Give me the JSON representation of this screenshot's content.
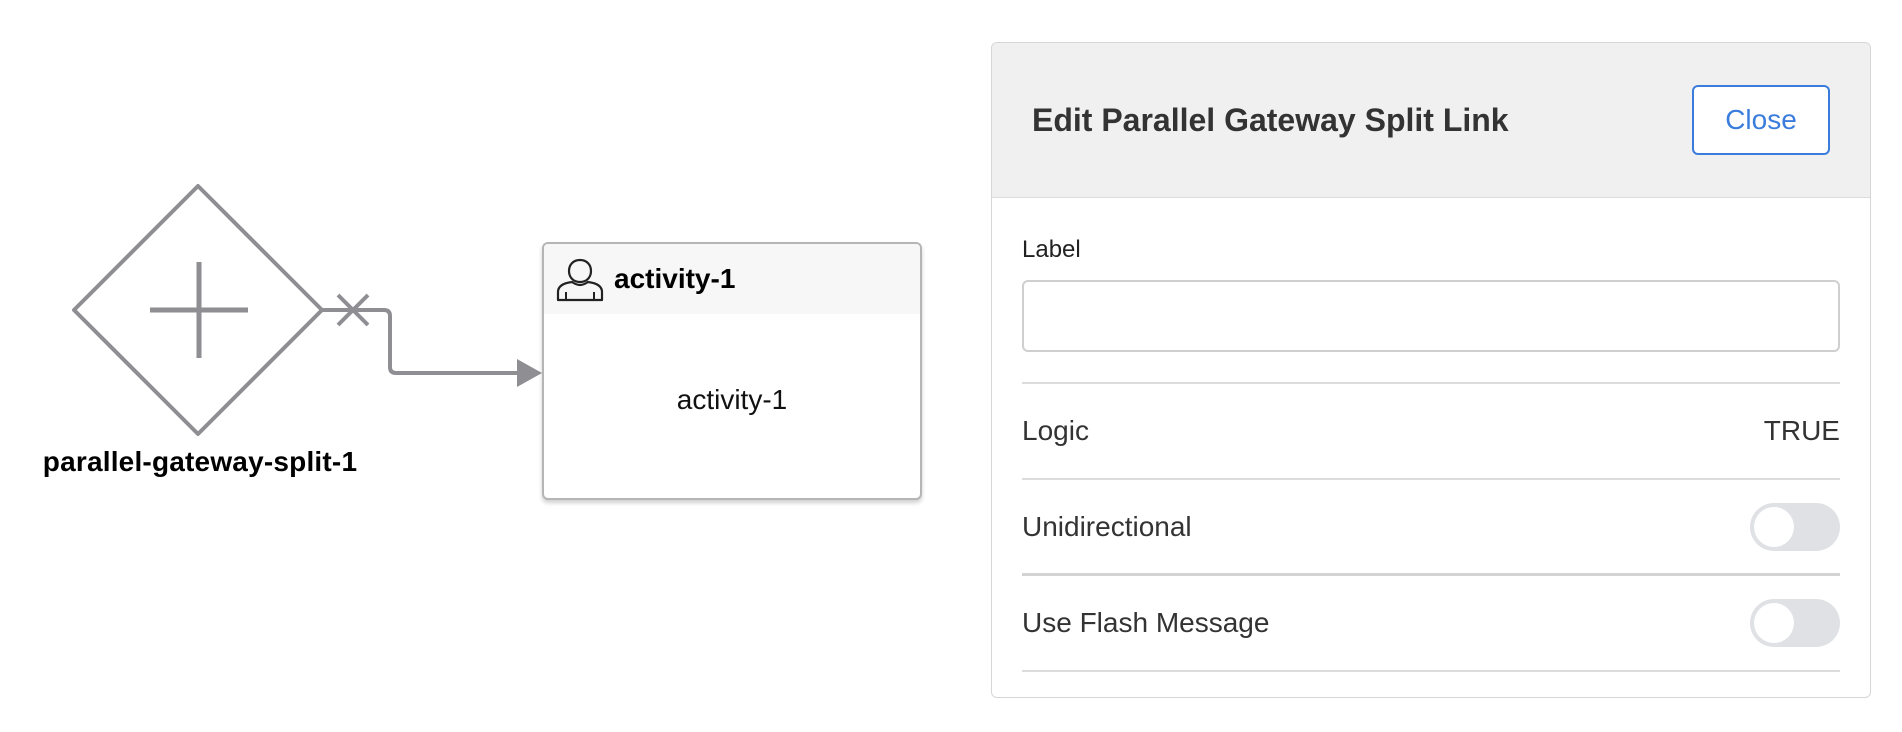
{
  "diagram": {
    "gateway": {
      "label": "parallel-gateway-split-1"
    },
    "activity": {
      "title": "activity-1",
      "body": "activity-1",
      "icon": "user-icon"
    },
    "link": {
      "marker": "x-mark",
      "arrow": "arrowhead"
    }
  },
  "panel": {
    "title": "Edit Parallel Gateway Split Link",
    "close_label": "Close",
    "label_field": {
      "label": "Label",
      "value": "",
      "placeholder": ""
    },
    "logic": {
      "label": "Logic",
      "value": "TRUE"
    },
    "unidirectional": {
      "label": "Unidirectional",
      "on": false
    },
    "flash_message": {
      "label": "Use Flash Message",
      "on": false
    }
  }
}
